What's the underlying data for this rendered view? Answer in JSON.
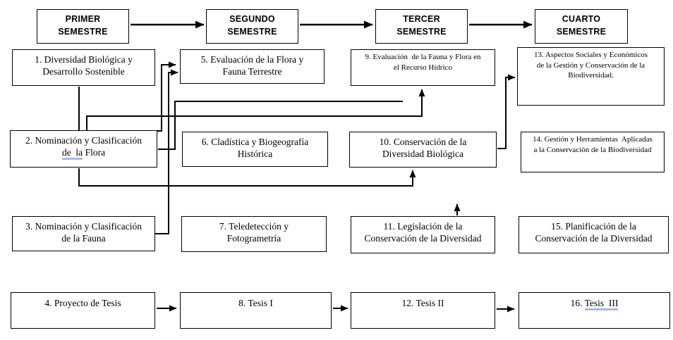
{
  "figure": {
    "type": "curriculum-flow-diagram",
    "background": "#ffffff",
    "line_color": "#000000",
    "spellcheck_underline_color": "#a7b8e6"
  },
  "semesters": [
    {
      "label": "PRIMER\nSEMESTRE"
    },
    {
      "label": "SEGUNDO\nSEMESTRE"
    },
    {
      "label": "TERCER\nSEMESTRE"
    },
    {
      "label": "CUARTO\nSEMESTRE"
    }
  ],
  "courses": {
    "c1": {
      "label": "1. Diversidad Biológica y\nDesarrollo Sostenible"
    },
    "c2": {
      "line1": "2. Nominación y Clasificación",
      "marked": "de  la",
      "rest": " Flora"
    },
    "c3": {
      "label": "3. Nominación y Clasificación\nde la Fauna"
    },
    "c4": {
      "label": "4. Proyecto de Tesis"
    },
    "c5": {
      "label": "5. Evaluación de la Flora y\nFauna Terrestre"
    },
    "c6": {
      "label": "6. Cladística y Biogeografía\nHistórica"
    },
    "c7": {
      "label": "7. Teledetección y\nFotogrametría"
    },
    "c8": {
      "label": "8. Tesis I"
    },
    "c9": {
      "label": "9. Evaluación  de la Fauna y Flora en\nel Recurso Hídrico"
    },
    "c10": {
      "label": "10. Conservación de la\nDiversidad Biológica"
    },
    "c11": {
      "label": "11. Legislación de la\nConservación de la Diversidad"
    },
    "c12": {
      "label": "12. Tesis II"
    },
    "c13": {
      "label": "13. Aspectos Sociales y Económicos\nde la Gestión y Conservación de la\nBiodiversidad."
    },
    "c14": {
      "label": "14. Gestión y Herramientas  Aplicadas\na la Conservación de la Biodiversidad"
    },
    "c15": {
      "label": "15. Planificación de la\nConservación de la Diversidad"
    },
    "c16": {
      "pre": "16. ",
      "marked": "Tesis  III"
    }
  },
  "connections": {
    "semester_flow": [
      "PRIMER→SEGUNDO",
      "SEGUNDO→TERCER",
      "TERCER→CUARTO"
    ],
    "course_arrows": [
      "1→2",
      "2→5",
      "3→5",
      "2→9",
      "2→10",
      "10→13",
      "11→10 (flecha corta hacia arriba)",
      "4→8",
      "8→12",
      "12→16"
    ],
    "unterminated_line": "desde 2 (lado derecho) hacia la derecha, termina sin flecha"
  }
}
